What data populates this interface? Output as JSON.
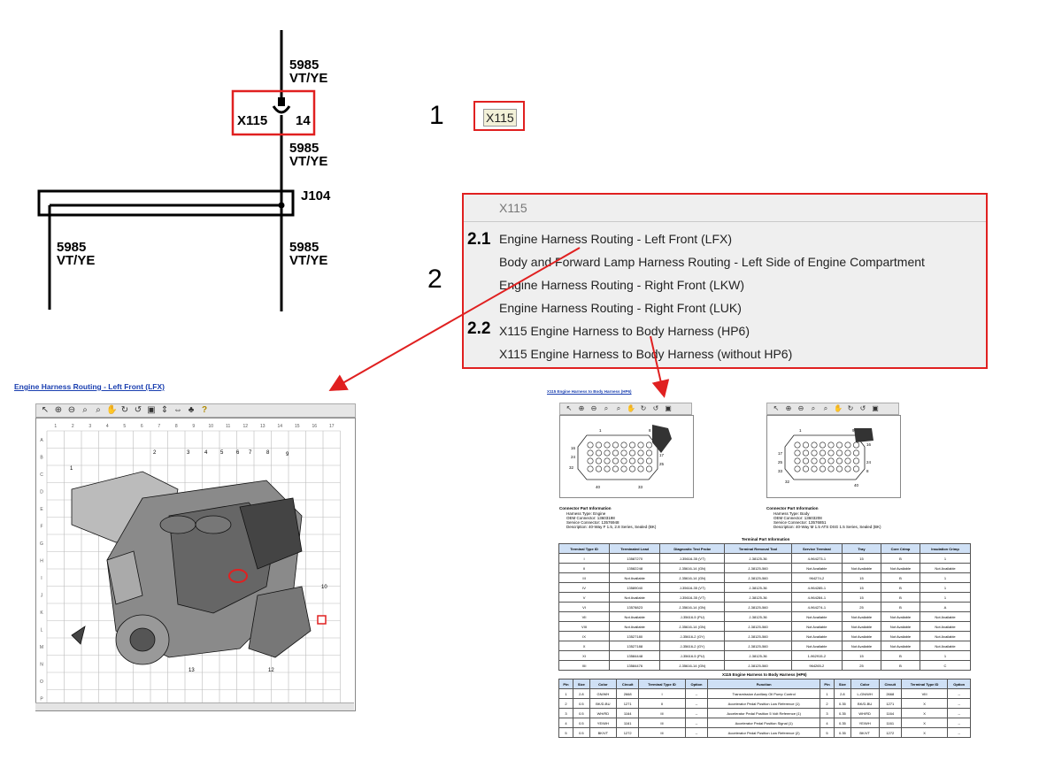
{
  "schematic": {
    "wire_top": {
      "code": "5985",
      "color": "VT/YE"
    },
    "connector_id": "X115",
    "connector_pin": "14",
    "wire_mid": {
      "code": "5985",
      "color": "VT/YE"
    },
    "splice_id": "J104",
    "wire_left": {
      "code": "5985",
      "color": "VT/YE"
    },
    "wire_right": {
      "code": "5985",
      "color": "VT/YE"
    }
  },
  "steps": {
    "one": "1",
    "two": "2",
    "two_one": "2.1",
    "two_two": "2.2"
  },
  "link_button": {
    "label": "X115"
  },
  "menu": {
    "header": "X115",
    "items": [
      "Engine Harness Routing - Left Front (LFX)",
      "Body and Forward Lamp Harness Routing - Left Side of Engine Compartment",
      "Engine Harness Routing - Right Front (LKW)",
      "Engine Harness Routing - Right Front (LUK)",
      "X115 Engine Harness to Body Harness (HP6)",
      "X115 Engine Harness to Body Harness (without HP6)"
    ]
  },
  "left_panel": {
    "title": "Engine Harness Routing - Left Front (LFX)",
    "grid_cols": [
      "1",
      "2",
      "3",
      "4",
      "5",
      "6",
      "7",
      "8",
      "9",
      "10",
      "11",
      "12",
      "13",
      "14",
      "15",
      "16",
      "17"
    ],
    "grid_rows": [
      "A",
      "B",
      "C",
      "D",
      "E",
      "F",
      "G",
      "H",
      "I",
      "J",
      "K",
      "L",
      "M",
      "N",
      "O",
      "P"
    ],
    "callouts": [
      "1",
      "2",
      "3",
      "4",
      "5",
      "6",
      "7",
      "8",
      "9",
      "10",
      "12",
      "13"
    ]
  },
  "right_panel": {
    "title": "X115 Engine Harness to Body Harness (HP6)",
    "connector_info_label": "Connector Part Information",
    "left_connector_pins": [
      "1",
      "8",
      "16",
      "24",
      "32",
      "40",
      "33",
      "17",
      "25",
      "9"
    ],
    "right_connector_pins": [
      "1",
      "9",
      "16",
      "17",
      "25",
      "33",
      "40",
      "32",
      "24",
      "8"
    ],
    "left_info_lines": [
      "Harness Type: Engine",
      "OEM Connector: 13603198",
      "Service Connector: 13576948",
      "Description: 40-Way F 1.5, 2.8 Series, Sealed (BK)"
    ],
    "right_info_lines": [
      "Harness Type: Body",
      "OEM Connector: 13603208",
      "Service Connector: 13576851",
      "Description: 40-Way M 1.5 ATS DSG 1.5 Series, Sealed (BK)"
    ],
    "terminal_table_title": "Terminal Part Information",
    "terminal_headers": [
      "Terminal Type ID",
      "Terminated Lead",
      "Diagnostic Test Probe",
      "Terminal Removal Tool",
      "Service Terminal",
      "Tray",
      "Core Crimp",
      "Insulation Crimp"
    ],
    "terminal_rows": [
      [
        "I",
        "13587270",
        "J-35616-35 (VT)",
        "J-38125-36",
        "4-964273-1",
        "15",
        "B",
        "1"
      ],
      [
        "II",
        "13582248",
        "J-35616-14 (GN)",
        "J-38125-560",
        "Not Available",
        "Not Available",
        "Not Available",
        "Not Available"
      ],
      [
        "III",
        "Not Available",
        "J-35616-14 (GN)",
        "J-38125-560",
        "964274-2",
        "15",
        "B",
        "1"
      ],
      [
        "IV",
        "13589040",
        "J-35616-35 (VT)",
        "J-38125-36",
        "4-964285-1",
        "15",
        "B",
        "1"
      ],
      [
        "V",
        "Not Available",
        "J-35616-35 (VT)",
        "J-38125-36",
        "4-964284-1",
        "15",
        "B",
        "1"
      ],
      [
        "VI",
        "13578823",
        "J-35616-14 (GN)",
        "J-38125-560",
        "4-964274-1",
        "25",
        "B",
        "A"
      ],
      [
        "VII",
        "Not Available",
        "J-35616-5 (PU)",
        "J-38125-36",
        "Not Available",
        "Not Available",
        "Not Available",
        "Not Available"
      ],
      [
        "VIII",
        "Not Available",
        "J-35616-14 (GN)",
        "J-38125-560",
        "Not Available",
        "Not Available",
        "Not Available",
        "Not Available"
      ],
      [
        "IX",
        "13527180",
        "J-35616-2 (GY)",
        "J-38125-560",
        "Not Available",
        "Not Available",
        "Not Available",
        "Not Available"
      ],
      [
        "X",
        "13527188",
        "J-35616-2 (GY)",
        "J-38125-560",
        "Not Available",
        "Not Available",
        "Not Available",
        "Not Available"
      ],
      [
        "XI",
        "13584448",
        "J-35616-5 (PU)",
        "J-38125-36",
        "1-962915-2",
        "15",
        "B",
        "1"
      ],
      [
        "XII",
        "13584476",
        "J-35616-14 (GN)",
        "J-38125-560",
        "964265-2",
        "25",
        "B",
        "C"
      ]
    ],
    "pinout_table_title": "X115 Engine Harness to Body Harness (HP6)",
    "pinout_headers": [
      "Pin",
      "Size",
      "Color",
      "Circuit",
      "Terminal Type ID",
      "Option",
      "Function",
      "Pin",
      "Size",
      "Color",
      "Circuit",
      "Terminal Type ID",
      "Option"
    ],
    "pinout_rows": [
      [
        "1",
        "2.8",
        "GN/WH",
        "2668",
        "I",
        "--",
        "Transmission Auxiliary Oil Pump Control",
        "1",
        "2.8",
        "L-GN/WH",
        "2668",
        "VIII",
        "--"
      ],
      [
        "2",
        "0.5",
        "BK/D-BU",
        "1271",
        "II",
        "--",
        "Accelerator Pedal Position Low Reference (1)",
        "2",
        "0.35",
        "BK/D-BU",
        "1271",
        "X",
        "--"
      ],
      [
        "3",
        "0.5",
        "WH/RD",
        "1164",
        "III",
        "--",
        "Accelerator Pedal Position 5 Volt Reference (1)",
        "3",
        "0.35",
        "WH/RD",
        "1164",
        "X",
        "--"
      ],
      [
        "4",
        "0.5",
        "YE/WH",
        "1161",
        "III",
        "--",
        "Accelerator Pedal Position Signal (1)",
        "4",
        "0.35",
        "YE/WH",
        "1161",
        "X",
        "--"
      ],
      [
        "5",
        "0.5",
        "BK/VT",
        "1272",
        "III",
        "--",
        "Accelerator Pedal Position Low Reference (2)",
        "5",
        "0.35",
        "BK/VT",
        "1272",
        "X",
        "--"
      ]
    ]
  }
}
